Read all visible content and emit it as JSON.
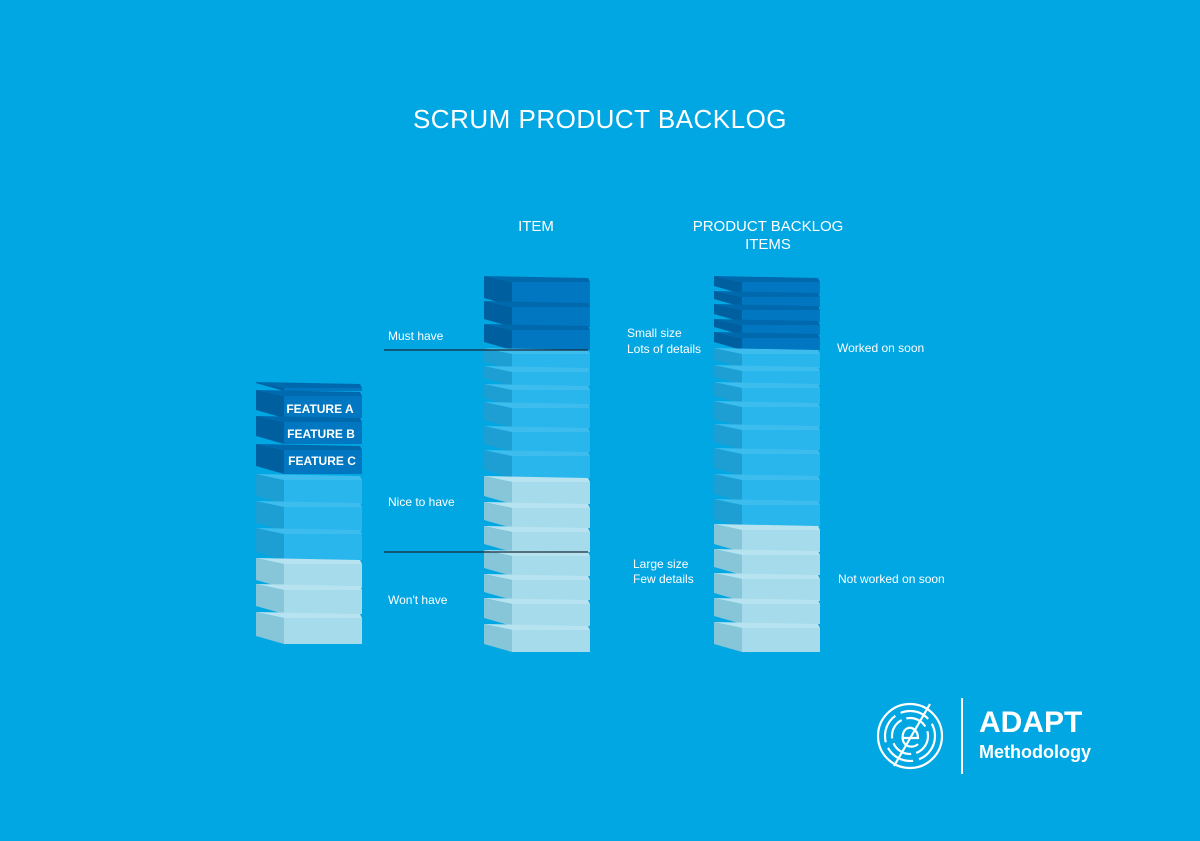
{
  "title": "SCRUM PRODUCT BACKLOG",
  "column_headers": {
    "item": "ITEM",
    "product_backlog_items": "PRODUCT BACKLOG\nITEMS"
  },
  "features": [
    "FEATURE A",
    "FEATURE B",
    "FEATURE C"
  ],
  "priority_labels": {
    "must_have": "Must have",
    "nice_to_have": "Nice to have",
    "wont_have": "Won't have"
  },
  "size_labels": {
    "small_line1": "Small size",
    "small_line2": "Lots of details",
    "large_line1": "Large size",
    "large_line2": "Few details"
  },
  "timing_labels": {
    "soon": "Worked on soon",
    "not_soon": "Not worked on soon"
  },
  "logo": {
    "name": "ADAPT",
    "sub": "Methodology"
  },
  "colors": {
    "background": "#00a7e3",
    "dark_block": "#0077c0",
    "medium_block": "#29b6ec",
    "light_block": "#a5dbeb"
  }
}
